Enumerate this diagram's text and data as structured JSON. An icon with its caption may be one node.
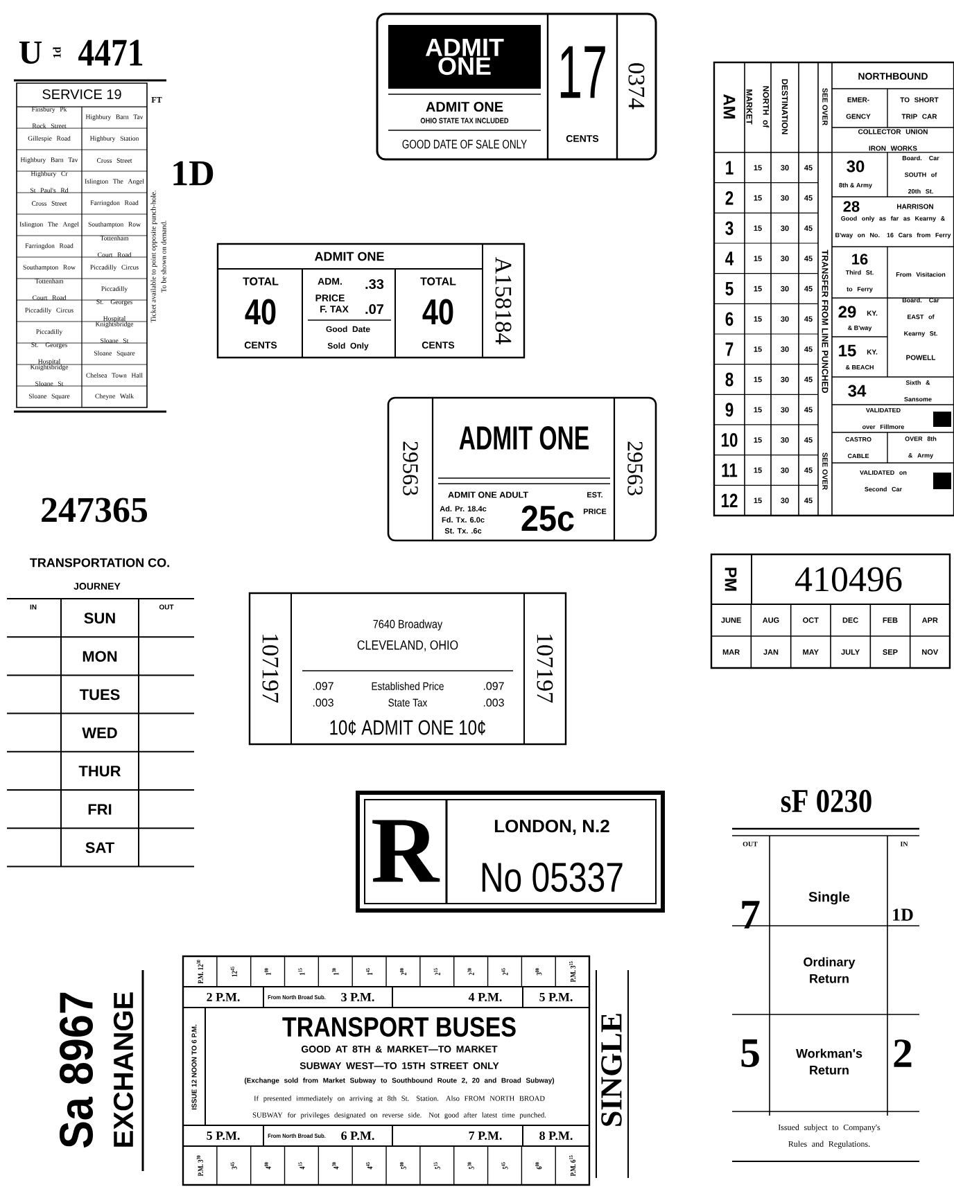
{
  "diagram": {
    "nodes": [
      {
        "text": [
          "U",
          "1d",
          "4471",
          "SERVICE 19",
          "Finsbury Pk Rock Street",
          "Highbury Barn Tav",
          "Gillespie Road",
          "Highbury Station",
          "Highbury Barn Tav",
          "Cross Street",
          "Highbury Cr St Paul's Rd",
          "Islington The Angel",
          "Cross Street",
          "Farringdon Road",
          "Islington The Angel",
          "Southampton Row",
          "Farringdon Road",
          "Tottenham Court Road",
          "Southampton Row",
          "Piccadilly Circus",
          "Tottenham Court Road",
          "Piccadilly",
          "Piccadilly Circus",
          "St. Georges Hospital",
          "Piccadilly",
          "Knightsbridge Sloane St",
          "St. Georges Hospital",
          "Sloane Square",
          "Knightsbridge Sloane St",
          "Chelsea Town Hall",
          "Sloane Square",
          "Cheyne Walk",
          "1D",
          "FT",
          "Ticket available to point opposite punch-hole.",
          "To be shown on demand."
        ]
      },
      {
        "text": [
          "ADMIT ONE",
          "ADMIT ONE",
          "OHIO STATE TAX INCLUDED",
          "GOOD DATE OF SALE ONLY",
          "17",
          "CENTS",
          "0374"
        ]
      },
      {
        "text": [
          "ADMIT ONE",
          "TOTAL",
          "40",
          "CENTS",
          "ADM. PRICE",
          ".33",
          "F. TAX",
          ".07",
          "Good Date Sold Only",
          "TOTAL",
          "40",
          "CENTS",
          "A158184"
        ]
      },
      {
        "text": [
          "29563",
          "ADMIT ONE",
          "ADMIT ONE ADULT",
          "EST. PRICE",
          "Ad. Pr. 18.4c",
          "Fd. Tx. 6.0c",
          "St. Tx. .6c",
          "25c",
          "29563"
        ]
      },
      {
        "text": [
          "AM",
          "NORTH of MARKET",
          "DESTINATION",
          "SEE OVER",
          "1",
          "15",
          "30",
          "45",
          "2",
          "15",
          "30",
          "45",
          "3",
          "15",
          "30",
          "45",
          "4",
          "15",
          "30",
          "45",
          "5",
          "15",
          "30",
          "45",
          "6",
          "15",
          "30",
          "45",
          "7",
          "15",
          "30",
          "45",
          "8",
          "15",
          "30",
          "45",
          "9",
          "15",
          "30",
          "45",
          "10",
          "15",
          "30",
          "45",
          "11",
          "15",
          "30",
          "45",
          "12",
          "15",
          "30",
          "45",
          "TRANSFER FROM LINE PUNCHED",
          "SEE OVER",
          "NORTHBOUND",
          "EMER- GENCY",
          "TO SHORT TRIP CAR",
          "COLLECTOR UNION IRON WORKS",
          "30",
          "8th & Army",
          "Board. Car SOUTH of 20th St.",
          "28",
          "HARRISON",
          "Good only as far as Kearny & B'way on No. 16 Cars from Ferry",
          "16",
          "Third St. to Ferry",
          "From Visitacion",
          "29",
          "KY.",
          "& B'way",
          "Board. Car EAST of Kearny St.",
          "15",
          "KY.",
          "& BEACH",
          "POWELL",
          "34",
          "Sixth & Sansome",
          "VALIDATED over Fillmore",
          "CASTRO CABLE",
          "OVER 8th & Army",
          "VALIDATED on Second Car"
        ]
      },
      {
        "text": [
          "PM",
          "410496",
          "JUNE",
          "AUG",
          "OCT",
          "DEC",
          "FEB",
          "APR",
          "MAR",
          "JAN",
          "MAY",
          "JULY",
          "SEP",
          "NOV"
        ]
      },
      {
        "text": [
          "247365",
          "TRANSPORTATION CO.",
          "JOURNEY",
          "IN",
          "SUN",
          "OUT",
          "MON",
          "TUES",
          "WED",
          "THUR",
          "FRI",
          "SAT"
        ]
      },
      {
        "text": [
          "107197",
          "7640 Broadway",
          "CLEVELAND, OHIO",
          ".097",
          "Established Price",
          ".097",
          ".003",
          "State Tax",
          ".003",
          "10¢ ADMIT ONE 10¢",
          "107197"
        ]
      },
      {
        "text": [
          "R",
          "LONDON, N.2",
          "No 05337"
        ]
      },
      {
        "text": [
          "sF 0230",
          "OUT",
          "IN",
          "7",
          "Single",
          "1D",
          "Ordinary Return",
          "5",
          "Workman's Return",
          "2",
          "Issued subject to Company's Rules and Regulations."
        ]
      },
      {
        "text": [
          "Sa 8967",
          "EXCHANGE",
          "P.M. 12$^{30}$",
          "12$^{45}$",
          "1$^{00}$",
          "1$^{15}$",
          "1$^{30}$",
          "1$^{45}$",
          "2$^{00}$",
          "2$^{15}$",
          "2$^{30}$",
          "2$^{45}$",
          "3$^{00}$",
          "P.M. 3$^{15}$",
          "2 P.M.",
          "From North Broad Sub.",
          "3 P.M.",
          "4 P.M.",
          "5 P.M.",
          "ISSUE 12 NOON TO 6 P.M.",
          "TRANSPORT BUSES",
          "GOOD AT 8TH & MARKET—TO MARKET SUBWAY WEST—TO 15TH STREET ONLY",
          "(Exchange sold from Market Subway to Southbound Route 2, 20 and Broad Subway)",
          "If presented immediately on arriving at 8th St. Station. Also FROM NORTH BROAD SUBWAY for privileges designated on reverse side. Not good after latest time punched.",
          "5 P.M.",
          "From North Broad Sub.",
          "6 P.M.",
          "7 P.M.",
          "8 P.M.",
          "P.M. 3$^{30}$",
          "3$^{45}$",
          "4$^{00}$",
          "4$^{15}$",
          "4$^{30}$",
          "4$^{45}$",
          "5$^{00}$",
          "5$^{15}$",
          "5$^{30}$",
          "5$^{45}$",
          "6$^{00}$",
          "P.M. 6$^{15}$",
          "SINGLE"
        ]
      }
    ]
  }
}
